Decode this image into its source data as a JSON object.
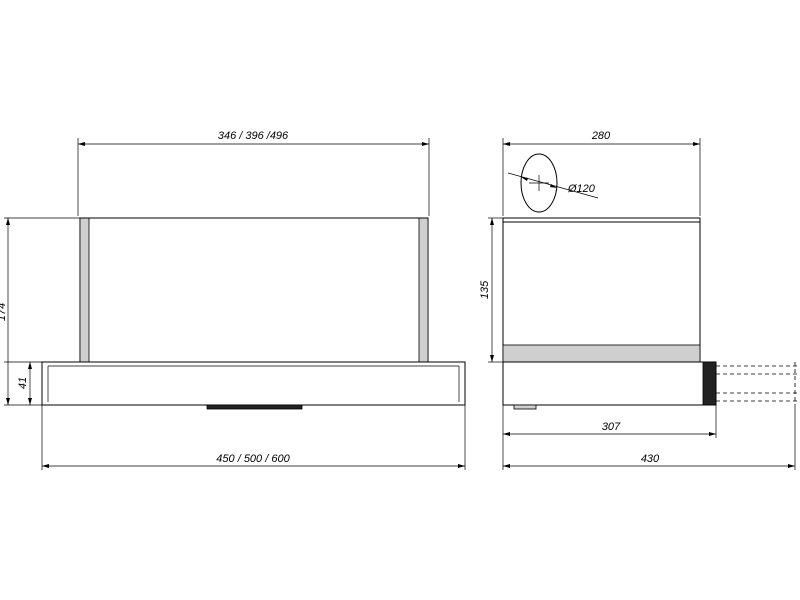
{
  "dimensions": {
    "front_top_width": "346 / 396 /496",
    "front_total_height": "174",
    "front_panel_height": "41",
    "front_bottom_width": "450 / 500 / 600",
    "side_top_depth": "280",
    "duct_diameter": "Ø120",
    "side_body_height": "135",
    "side_extended_depth": "307",
    "side_total_depth": "430"
  }
}
